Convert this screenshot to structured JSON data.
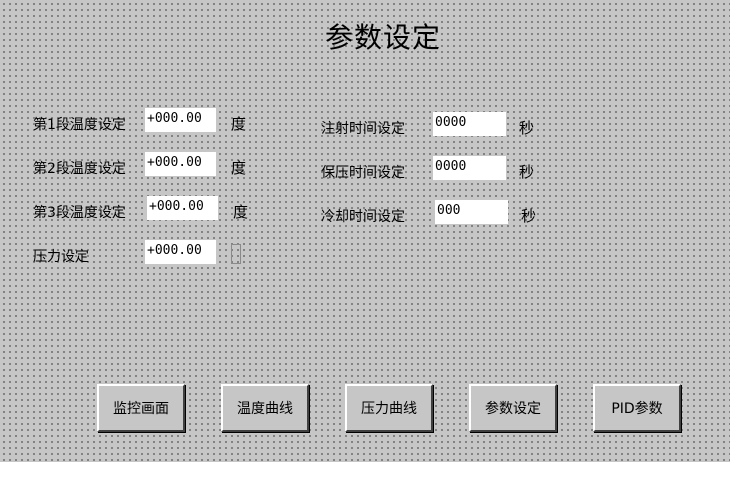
{
  "page": {
    "title": "参数设定"
  },
  "left_params": [
    {
      "label": "第1段温度设定",
      "value": "+000.00",
      "unit": "度"
    },
    {
      "label": "第2段温度设定",
      "value": "+000.00",
      "unit": "度"
    },
    {
      "label": "第3段温度设定",
      "value": "+000.00",
      "unit": "度"
    },
    {
      "label": "压力设定",
      "value": "+000.00",
      "unit": ""
    }
  ],
  "right_params": [
    {
      "label": "注射时间设定",
      "value": "0000",
      "unit": "秒"
    },
    {
      "label": "保压时间设定",
      "value": "0000",
      "unit": "秒"
    },
    {
      "label": "冷却时间设定",
      "value": "000",
      "unit": "秒"
    }
  ],
  "nav_buttons": [
    {
      "label": "监控画面"
    },
    {
      "label": "温度曲线"
    },
    {
      "label": "压力曲线"
    },
    {
      "label": "参数设定"
    },
    {
      "label": "PID参数"
    }
  ]
}
